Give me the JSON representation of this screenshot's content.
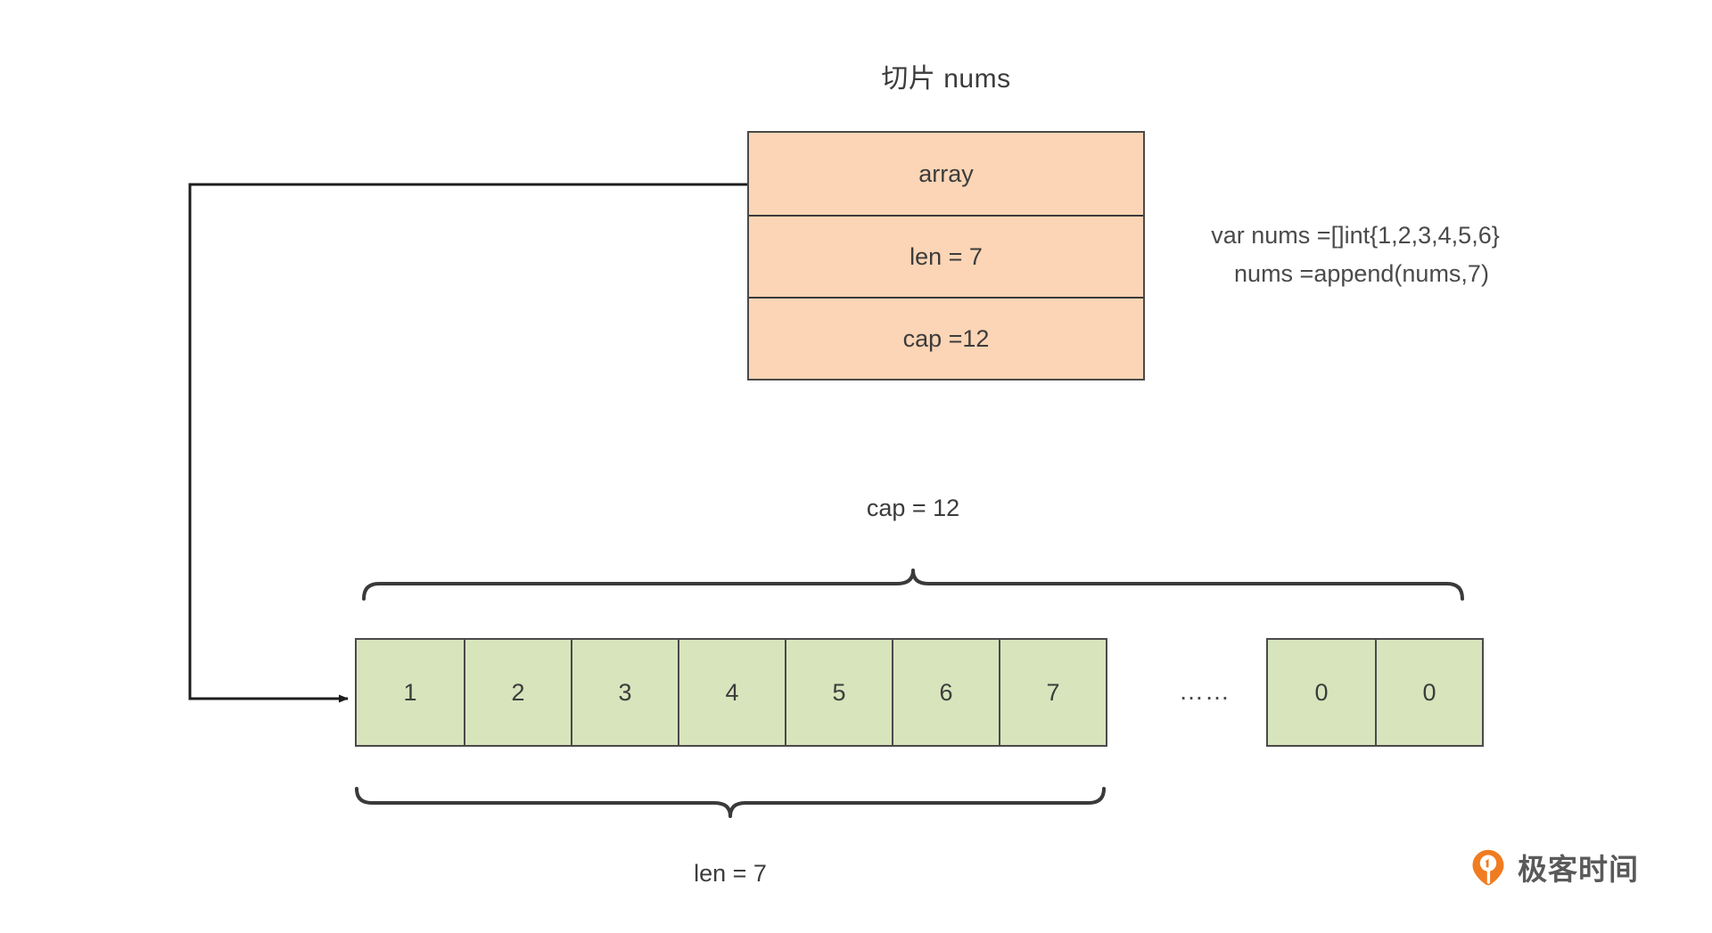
{
  "title": "切片 nums",
  "slice_struct": {
    "fields": [
      {
        "label": "array"
      },
      {
        "label": "len = 7"
      },
      {
        "label": "cap =12"
      }
    ]
  },
  "code": {
    "lines": [
      "var nums =[]int{1,2,3,4,5,6}",
      "nums =append(nums,7)"
    ]
  },
  "cap_brace": {
    "label": "cap = 12"
  },
  "len_brace": {
    "label": "len = 7"
  },
  "backing_array": {
    "used_cells": [
      "1",
      "2",
      "3",
      "4",
      "5",
      "6",
      "7"
    ],
    "ellipsis": "……",
    "tail_cells": [
      "0",
      "0"
    ]
  },
  "watermark": {
    "text": "极客时间",
    "logo_icon": "geektime-pin-icon"
  },
  "colors": {
    "struct_fill": "#fbd5b5",
    "array_fill": "#d8e4bc",
    "stroke": "#4a4a4a",
    "text": "#3c3c3c",
    "logo_orange": "#f07c22",
    "watermark_text": "#5a5a5a"
  }
}
